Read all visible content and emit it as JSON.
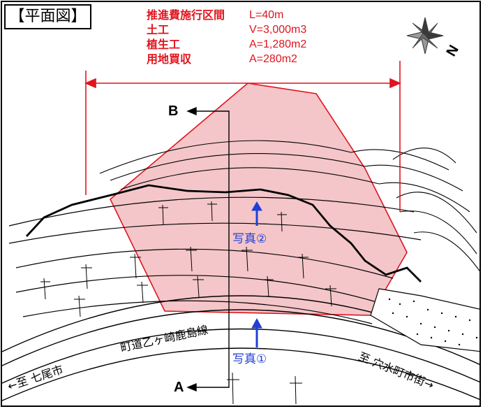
{
  "title": "【平面図】",
  "summary": [
    {
      "label": "推進費施行区間",
      "value": "L=40m"
    },
    {
      "label": "土工",
      "value": "V=3,000m3"
    },
    {
      "label": "植生工",
      "value": "A=1,280m2"
    },
    {
      "label": "用地買収",
      "value": "A=280m2"
    }
  ],
  "photo_labels": [
    "写真②",
    "写真①"
  ],
  "section_labels": {
    "top": "B",
    "bottom": "A"
  },
  "road_labels": {
    "route": "町道乙ヶ崎鹿島線",
    "left": "←至 七尾市",
    "right": "至 穴水町市街→"
  },
  "compass_label": "N",
  "colors": {
    "accent": "#e0141e",
    "photo_arrow": "#1f3fd6",
    "area_fill": "#f4c6c9",
    "line": "#000000"
  }
}
